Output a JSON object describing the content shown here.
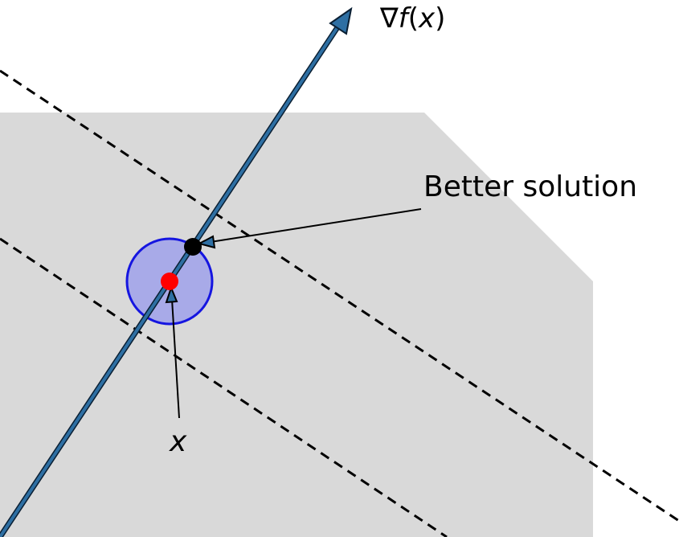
{
  "labels": {
    "gradient_nabla": "∇",
    "gradient_f": "f",
    "gradient_open": "(",
    "gradient_x": "x",
    "gradient_close": ")",
    "better_solution": "Better solution",
    "point_x": "x"
  },
  "colors": {
    "background": "#ffffff",
    "feasible_region": "#d9d9d9",
    "gradient_arrow_fill": "#2e6fa3",
    "gradient_arrow_outline": "#0a1f33",
    "neighborhood_fill": "#a8aae8",
    "neighborhood_stroke": "#1515e0",
    "current_point": "#ff0000",
    "better_point": "#000000",
    "contour_line": "#000000",
    "pointer_line": "#000000"
  },
  "icons": {
    "gradient_direction": "arrow-icon",
    "pointer_head": "triangle-arrowhead-icon"
  }
}
